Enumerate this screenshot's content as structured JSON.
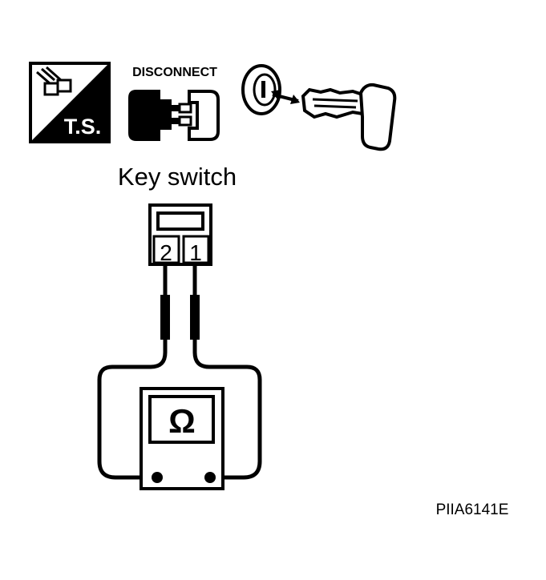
{
  "icons": {
    "ts_label": "T.S.",
    "disconnect_label": "DISCONNECT",
    "ts_icon": "connector-test-icon",
    "disconnect_icon": "connector-disconnect-icon",
    "key_icon": "ignition-key-icon"
  },
  "diagram": {
    "title": "Key switch",
    "terminal_left": "2",
    "terminal_right": "1",
    "meter_symbol": "Ω"
  },
  "footer": {
    "code": "PIIA6141E"
  },
  "colors": {
    "ink": "#000000",
    "paper": "#ffffff"
  }
}
